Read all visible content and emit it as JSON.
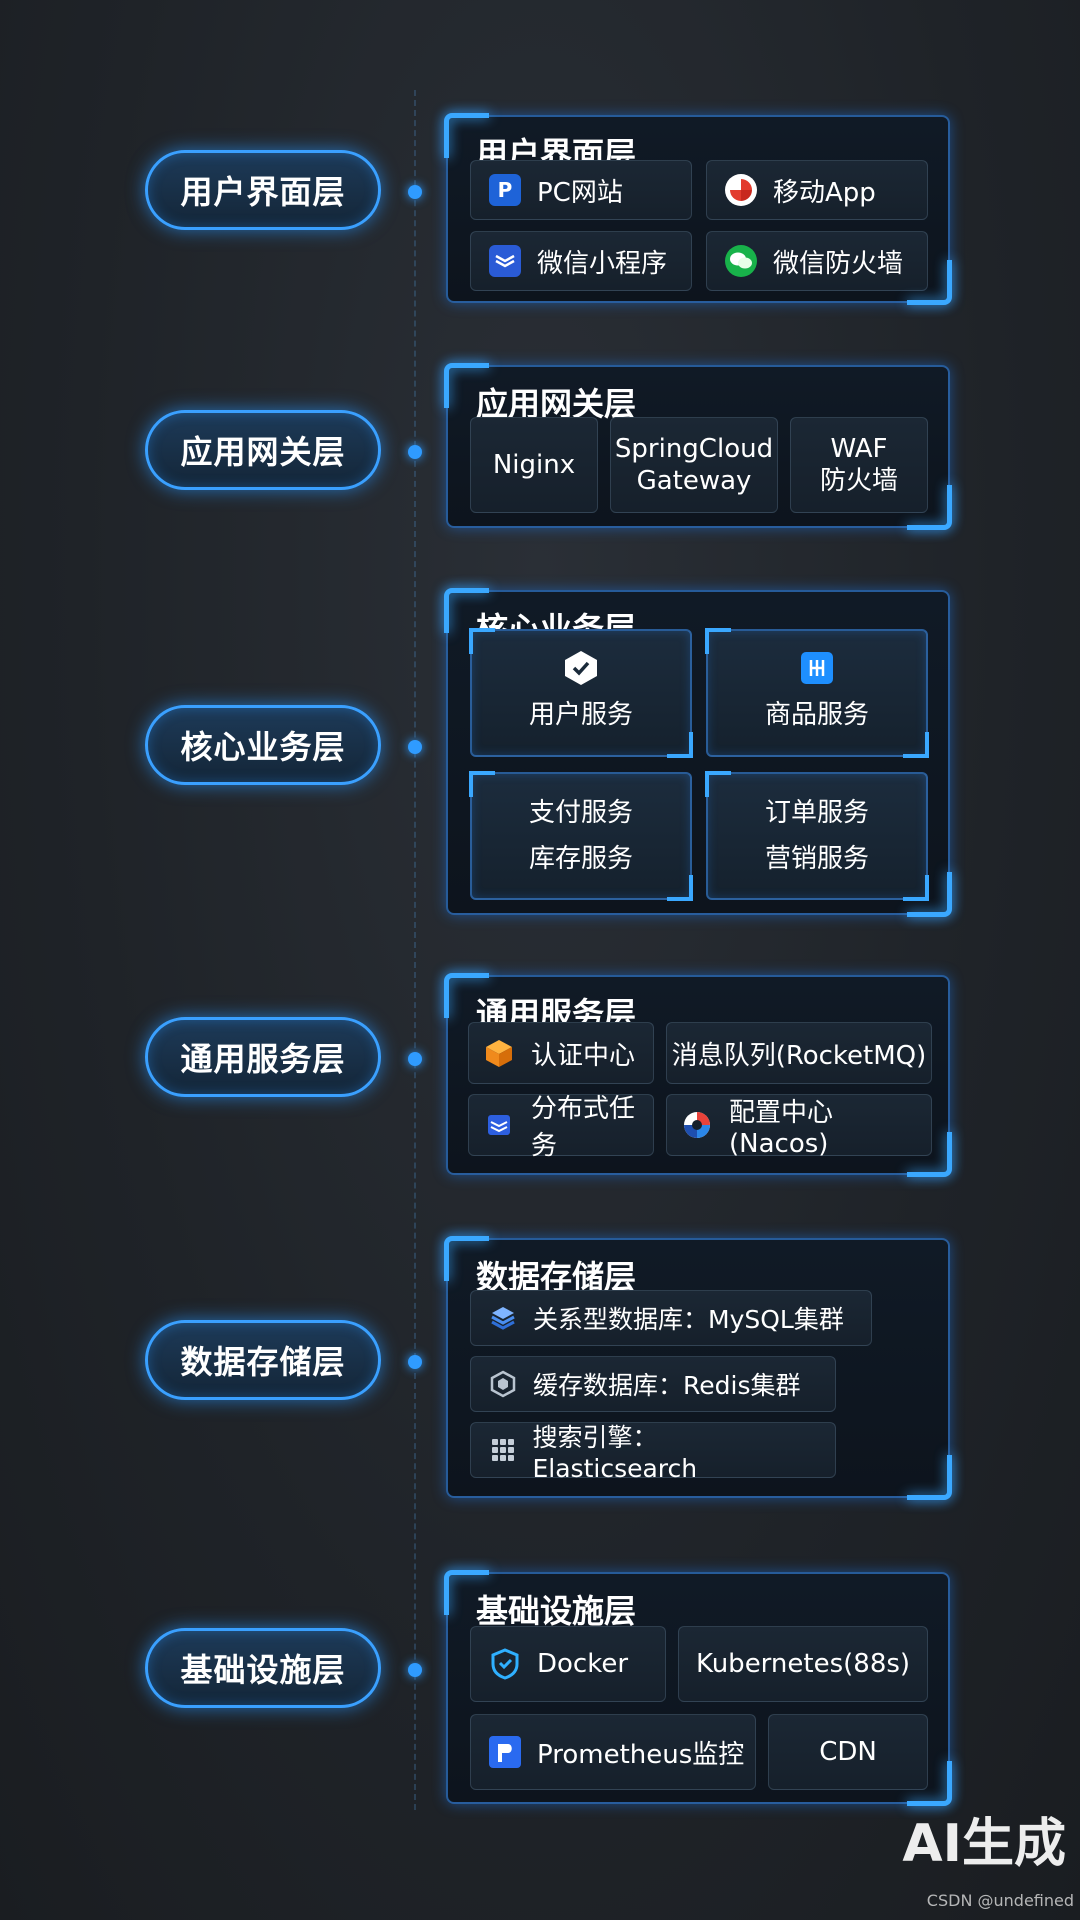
{
  "layers": [
    {
      "pill": "用户界面层",
      "title": "用户界面层",
      "items": [
        {
          "label": "PC网站",
          "icon": "p-icon"
        },
        {
          "label": "移动App",
          "icon": "mobile-app-icon"
        },
        {
          "label": "微信小程序",
          "icon": "mini-program-icon"
        },
        {
          "label": "微信防火墙",
          "icon": "wechat-icon"
        }
      ]
    },
    {
      "pill": "应用网关层",
      "title": "应用网关层",
      "items": [
        {
          "label": "Niginx"
        },
        {
          "line1": "SpringCloud",
          "line2": "Gateway"
        },
        {
          "line1": "WAF",
          "line2": "防火墙"
        }
      ]
    },
    {
      "pill": "核心业务层",
      "title": "核心业务层",
      "cards": [
        {
          "label": "用户服务",
          "icon": "shield-check-icon"
        },
        {
          "label": "商品服务",
          "icon": "product-icon"
        },
        {
          "line1": "支付服务",
          "line2": "库存服务"
        },
        {
          "line1": "订单服务",
          "line2": "营销服务"
        }
      ]
    },
    {
      "pill": "通用服务层",
      "title": "通用服务层",
      "items": [
        {
          "label": "认证中心",
          "icon": "cube-icon"
        },
        {
          "label": "消息队列(RocketMQ)"
        },
        {
          "label": "分布式任务",
          "icon": "layers-icon"
        },
        {
          "label": "配置中心(Nacos)",
          "icon": "nacos-icon"
        }
      ]
    },
    {
      "pill": "数据存储层",
      "title": "数据存储层",
      "items": [
        {
          "label": "关系型数据库：MySQL集群",
          "icon": "database-icon"
        },
        {
          "label": "缓存数据库：Redis集群",
          "icon": "hexagon-icon"
        },
        {
          "label": "搜索引擎：Elasticsearch",
          "icon": "grid-icon"
        }
      ]
    },
    {
      "pill": "基础设施层",
      "title": "基础设施层",
      "items": [
        {
          "label": "Docker",
          "icon": "shield-icon"
        },
        {
          "label": "Kubernetes(88s)"
        },
        {
          "label": "Prometheus监控",
          "icon": "prometheus-icon"
        },
        {
          "label": "CDN"
        }
      ]
    }
  ],
  "watermark": "AI生成",
  "credit": "CSDN @undefined",
  "colors": {
    "accent": "#3aa0ff",
    "background": "#1f2328",
    "panel": "#0d141d"
  }
}
